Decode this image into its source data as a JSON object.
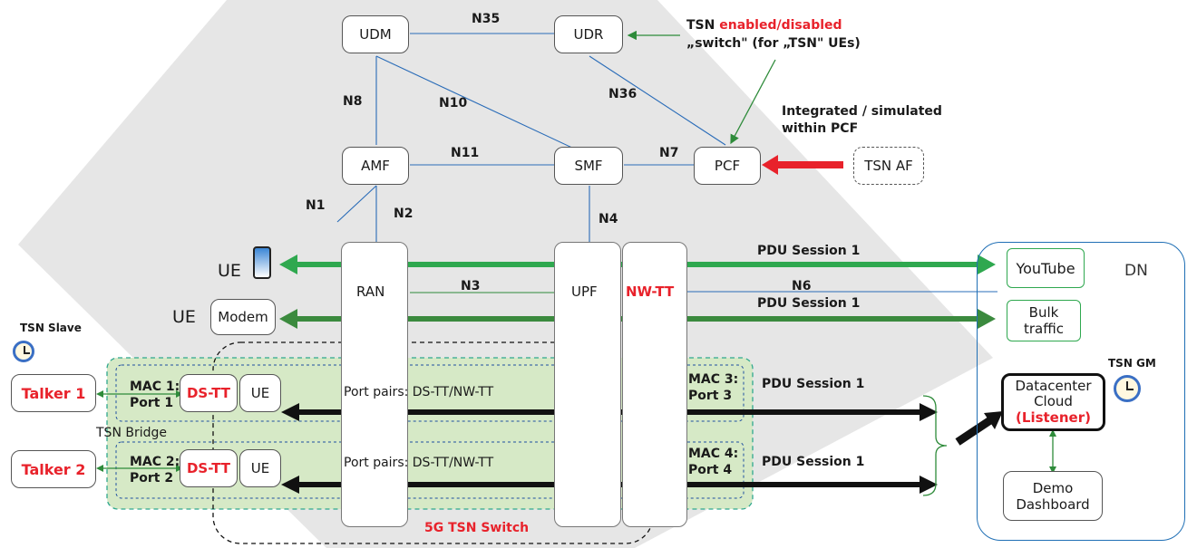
{
  "nodes": {
    "udm": "UDM",
    "udr": "UDR",
    "amf": "AMF",
    "smf": "SMF",
    "pcf": "PCF",
    "tsn_af": "TSN AF",
    "ran": "RAN",
    "upf": "UPF",
    "nwtt": "NW-TT",
    "modem": "Modem",
    "youtube": "YouTube",
    "bulk": "Bulk traffic",
    "dn": "DN",
    "datacenter_line1": "Datacenter",
    "datacenter_line2": "Cloud",
    "datacenter_line3": "(Listener)",
    "dashboard": "Demo Dashboard",
    "talker1": "Talker 1",
    "talker2": "Talker 2",
    "dstt1": "DS-TT",
    "dstt2": "DS-TT",
    "ue_box1": "UE",
    "ue_box2": "UE"
  },
  "interfaces": {
    "n35": "N35",
    "n8": "N8",
    "n10": "N10",
    "n36": "N36",
    "n11": "N11",
    "n7": "N7",
    "n1": "N1",
    "n2": "N2",
    "n4": "N4",
    "n3": "N3",
    "n6": "N6"
  },
  "annotations": {
    "tsn_prefix": "TSN",
    "enabled_disabled": "enabled/disabled",
    "switch_note": "„switch\" (for „TSN\" UEs)",
    "integrated_line1": "Integrated / simulated",
    "integrated_line2": "within PCF",
    "ue_phone": "UE",
    "ue_modem": "UE",
    "pdu1": "PDU Session 1",
    "pdu2": "PDU Session 1",
    "pdu3": "PDU Session 1",
    "pdu4": "PDU Session 1",
    "tsn_slave": "TSN Slave",
    "tsn_gm": "TSN GM",
    "tsn_bridge": "TSN Bridge",
    "switch_5g": "5G TSN Switch",
    "mac1_a": "MAC 1:",
    "mac1_b": "Port 1",
    "mac2_a": "MAC 2:",
    "mac2_b": "Port 2",
    "mac3_a": "MAC 3:",
    "mac3_b": "Port 3",
    "mac4_a": "MAC 4:",
    "mac4_b": "Port 4",
    "port_pairs1": "Port pairs: DS-TT/NW-TT",
    "port_pairs2": "Port pairs: DS-TT/NW-TT"
  },
  "colors": {
    "background_band": "#e6e6e6",
    "tsn_red": "#e8222b",
    "pdu_green": "#2fa84f",
    "pdu_dark_green": "#3b8a3e",
    "tsn_arrow": "#111111",
    "bridge_fill": "#d6e9c6",
    "dn_border": "#1f6fb5"
  },
  "icons": [
    "phone-icon",
    "clock-icon"
  ]
}
